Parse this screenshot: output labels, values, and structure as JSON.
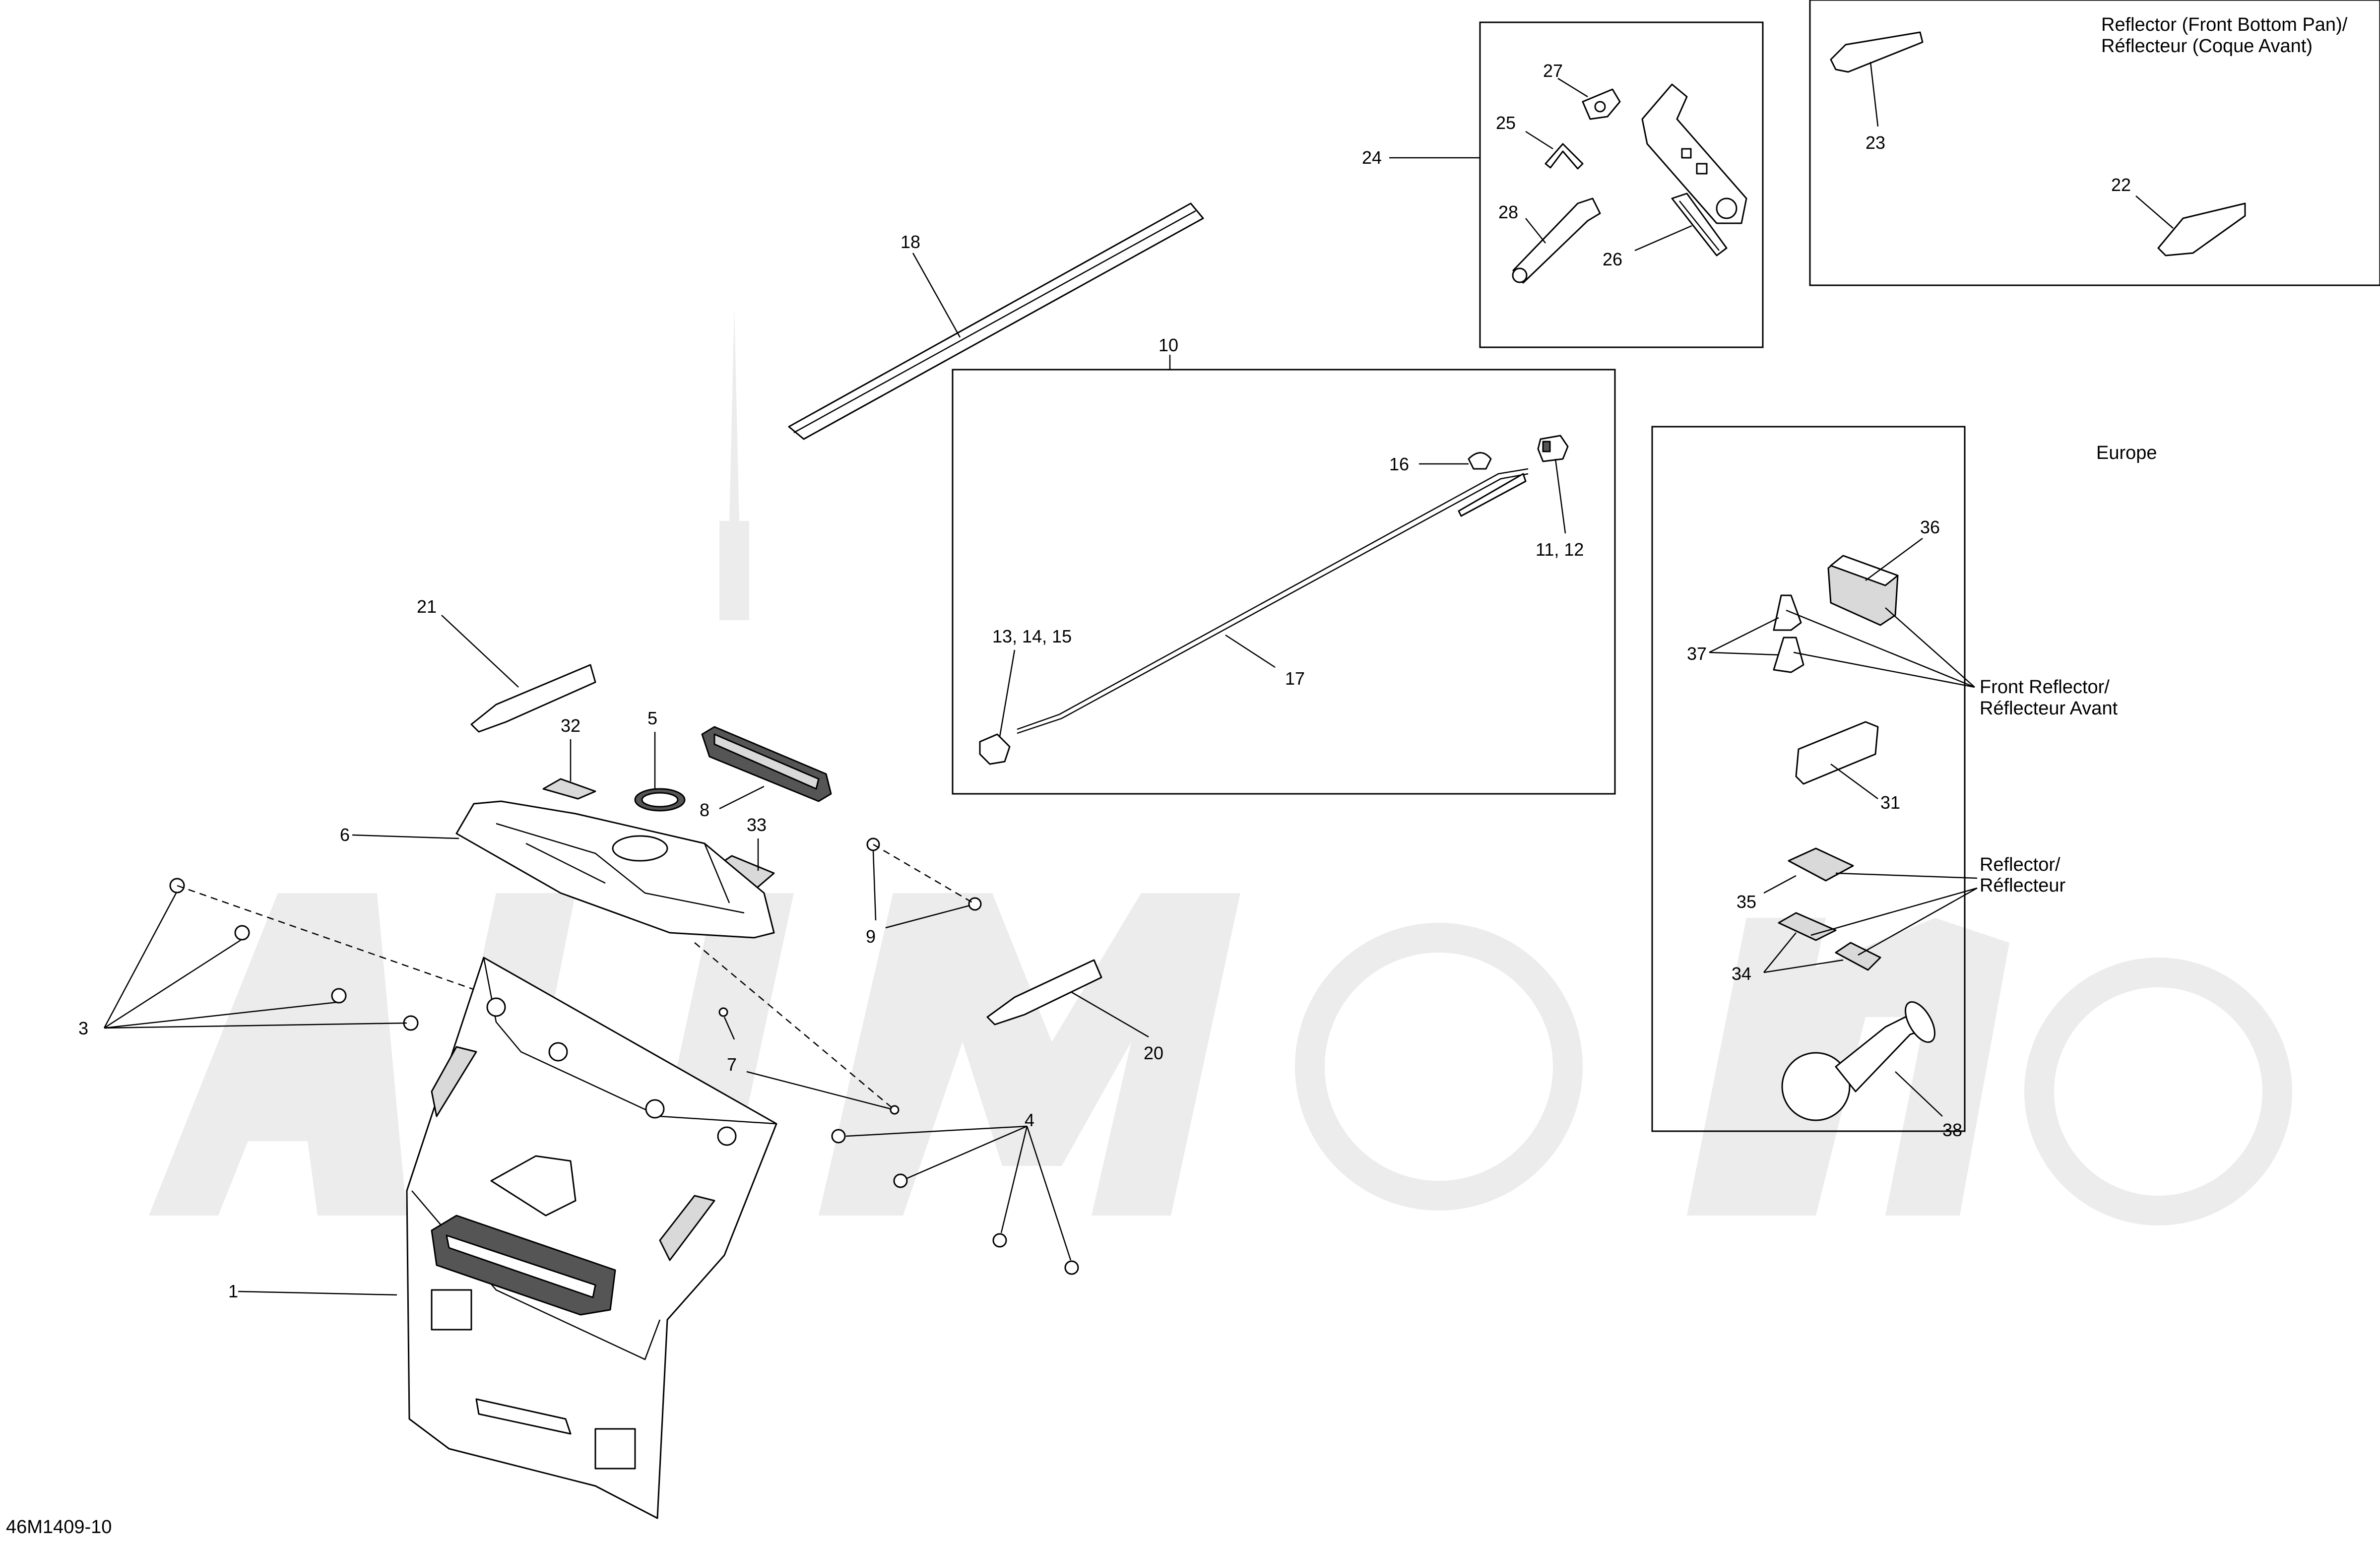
{
  "drawing_code": "46M1409-10",
  "callouts": {
    "c1": "1",
    "c3": "3",
    "c4": "4",
    "c5": "5",
    "c6": "6",
    "c7": "7",
    "c8": "8",
    "c9": "9",
    "c10": "10",
    "c11_12": "11, 12",
    "c13_14_15": "13, 14, 15",
    "c16": "16",
    "c17": "17",
    "c18": "18",
    "c20": "20",
    "c21": "21",
    "c22": "22",
    "c23": "23",
    "c24": "24",
    "c25": "25",
    "c26": "26",
    "c27": "27",
    "c28": "28",
    "c31": "31",
    "c32": "32",
    "c33": "33",
    "c34": "34",
    "c35": "35",
    "c36": "36",
    "c37": "37",
    "c38": "38"
  },
  "boxes": {
    "reflector_front_pan": {
      "line1": "Reflector (Front Bottom Pan)/",
      "line2": "Réflecteur (Coque Avant)"
    },
    "europe": {
      "title": "Europe",
      "front_reflector_1": "Front Reflector/",
      "front_reflector_2": "Réflecteur Avant",
      "reflector_1": "Reflector/",
      "reflector_2": "Réflecteur"
    }
  }
}
